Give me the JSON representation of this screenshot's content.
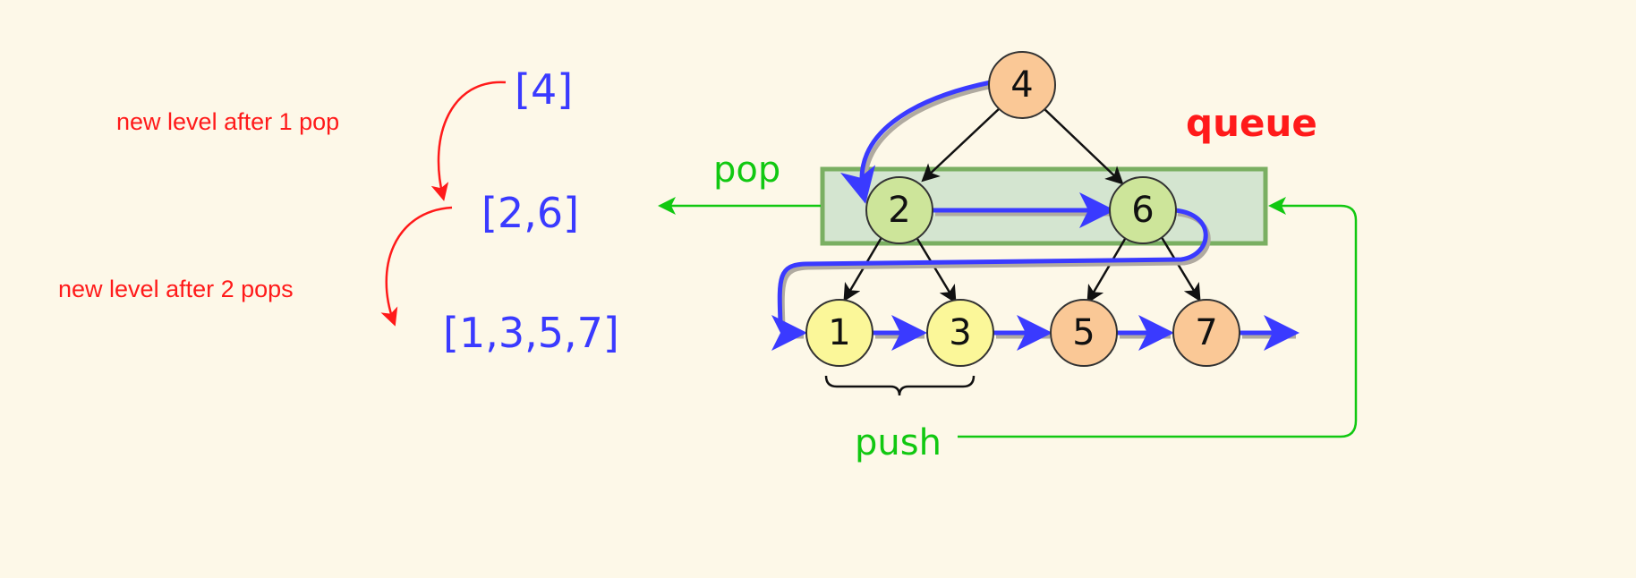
{
  "levels": [
    "[4]",
    "[2,6]",
    "[1,3,5,7]"
  ],
  "annotations": {
    "after_1_pop": "new level after 1 pop",
    "after_2_pops": "new level after 2 pops"
  },
  "labels": {
    "queue": "queue",
    "pop": "pop",
    "push": "push"
  },
  "nodes": [
    "4",
    "2",
    "6",
    "1",
    "3",
    "5",
    "7"
  ],
  "colors": {
    "background": "#fdf8e8",
    "blue": "#3a3aff",
    "red": "#ff1a1a",
    "green": "#11c811",
    "orange_node": "#fac896",
    "green_node": "#cde59a",
    "yellow_node": "#fbf799",
    "queue_fill": "#d4e5d0",
    "queue_border": "#7aaf62"
  }
}
